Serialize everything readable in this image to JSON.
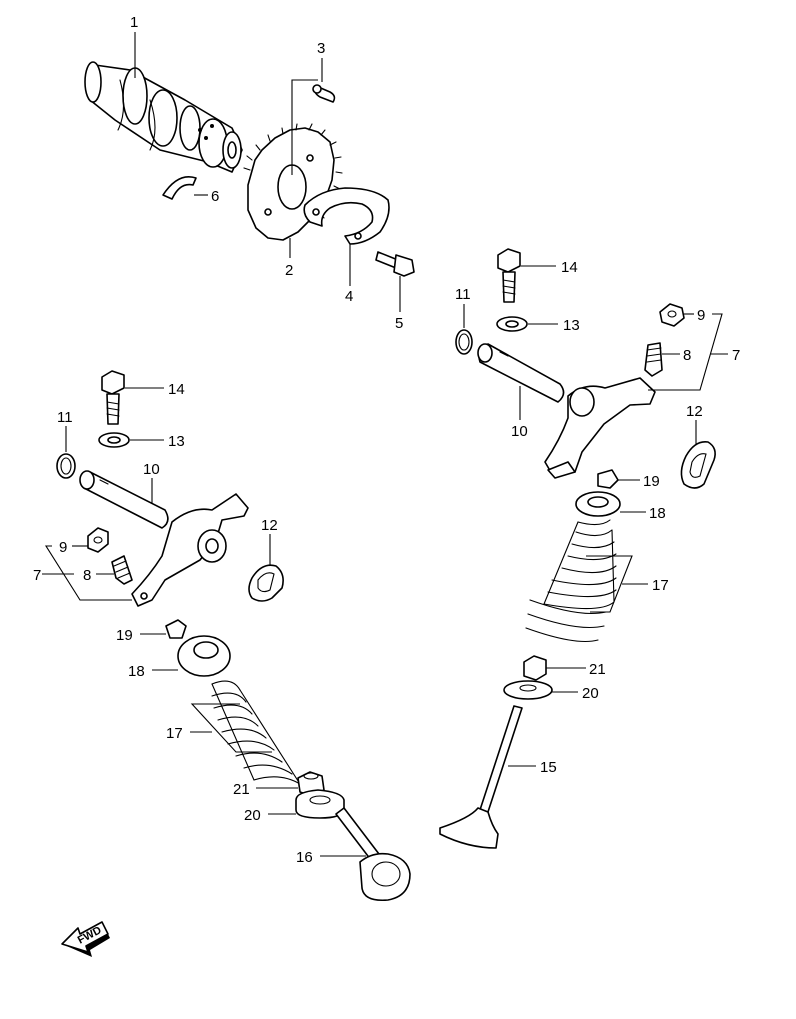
{
  "callouts": {
    "c1": "1",
    "c2": "2",
    "c3": "3",
    "c4": "4",
    "c5": "5",
    "c6": "6",
    "c7_right": "7",
    "c7_left": "7",
    "c8_right": "8",
    "c8_left": "8",
    "c9_right": "9",
    "c9_left": "9",
    "c10_right": "10",
    "c10_left": "10",
    "c11_right": "11",
    "c11_left": "11",
    "c12_right": "12",
    "c12_left": "12",
    "c13_right": "13",
    "c13_left": "13",
    "c14_right": "14",
    "c14_left": "14",
    "c15": "15",
    "c16": "16",
    "c17_right": "17",
    "c17_left": "17",
    "c18_right": "18",
    "c18_left": "18",
    "c19_right": "19",
    "c19_left": "19",
    "c20_right": "20",
    "c20_left": "20",
    "c21_right": "21",
    "c21_left": "21"
  },
  "fwd_arrow": {
    "label": "FWD"
  },
  "colors": {
    "line": "#000000",
    "background": "#ffffff"
  }
}
